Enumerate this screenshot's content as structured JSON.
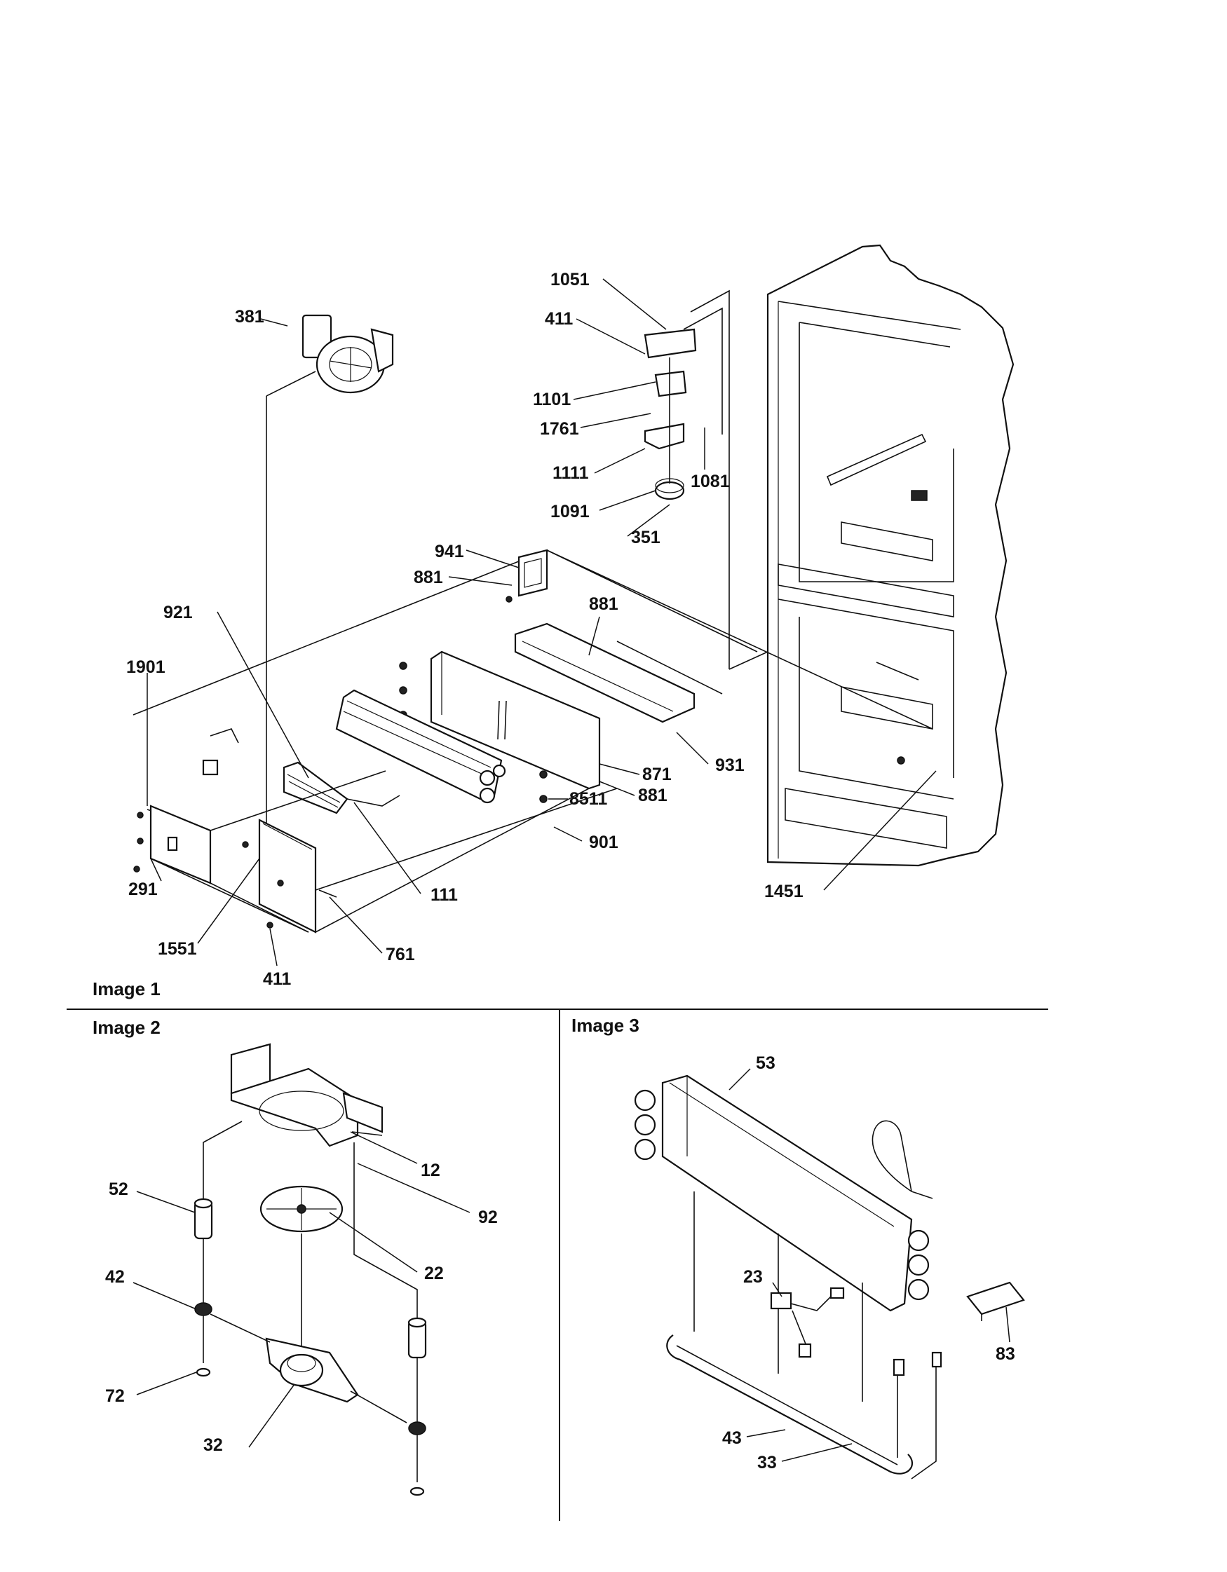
{
  "panels": {
    "image1_title": "Image 1",
    "image2_title": "Image 2",
    "image3_title": "Image 3"
  },
  "image1_callouts": {
    "c381": "381",
    "c1051": "1051",
    "c411_top": "411",
    "c1101": "1101",
    "c1761": "1761",
    "c1111": "1111",
    "c1081": "1081",
    "c1091": "1091",
    "c351": "351",
    "c941": "941",
    "c881_a": "881",
    "c881_b": "881",
    "c921": "921",
    "c1901": "1901",
    "c931": "931",
    "c871": "871",
    "c881_c": "881",
    "c8511": "8511",
    "c901": "901",
    "c111": "111",
    "c1451": "1451",
    "c291": "291",
    "c1551": "1551",
    "c761": "761",
    "c411_bottom": "411"
  },
  "image2_callouts": {
    "c12": "12",
    "c52": "52",
    "c92": "92",
    "c22": "22",
    "c42": "42",
    "c72": "72",
    "c32": "32"
  },
  "image3_callouts": {
    "c53": "53",
    "c23": "23",
    "c83": "83",
    "c43": "43",
    "c33": "33"
  }
}
